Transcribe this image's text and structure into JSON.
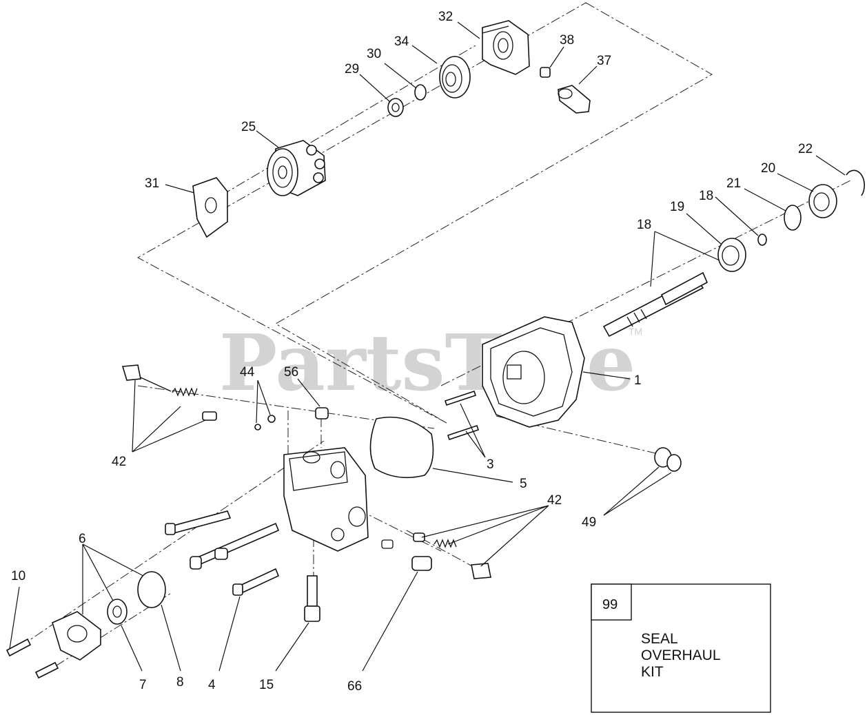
{
  "watermark": {
    "text": "PartsTree",
    "trademark": "TM"
  },
  "callouts": {
    "c1": "1",
    "c3": "3",
    "c4": "4",
    "c5": "5",
    "c6": "6",
    "c7": "7",
    "c8": "8",
    "c10": "10",
    "c15": "15",
    "c18a": "18",
    "c18b": "18",
    "c19": "19",
    "c20": "20",
    "c21": "21",
    "c22": "22",
    "c25": "25",
    "c29": "29",
    "c30": "30",
    "c31": "31",
    "c32": "32",
    "c34": "34",
    "c37": "37",
    "c38": "38",
    "c42a": "42",
    "c42b": "42",
    "c44": "44",
    "c49": "49",
    "c56": "56",
    "c66": "66"
  },
  "kit": {
    "number": "99",
    "line1": "SEAL",
    "line2": "OVERHAUL",
    "line3": "KIT"
  }
}
